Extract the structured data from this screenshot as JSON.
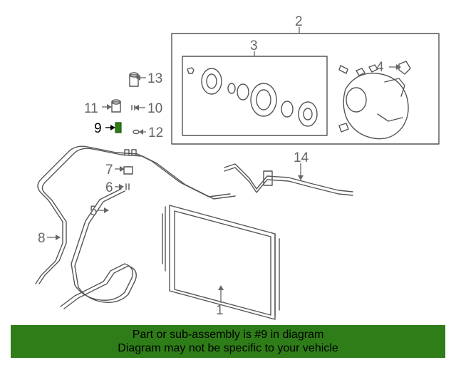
{
  "diagram": {
    "callouts": [
      "1",
      "2",
      "3",
      "4",
      "5",
      "6",
      "7",
      "8",
      "9",
      "10",
      "11",
      "12",
      "13",
      "14"
    ],
    "highlighted_callout": "9",
    "highlight_color": "#2f7d18"
  },
  "banner": {
    "line1": "Part or sub-assembly is #9 in diagram",
    "line2": "Diagram may not be specific to your vehicle",
    "background": "#2f7d18"
  }
}
